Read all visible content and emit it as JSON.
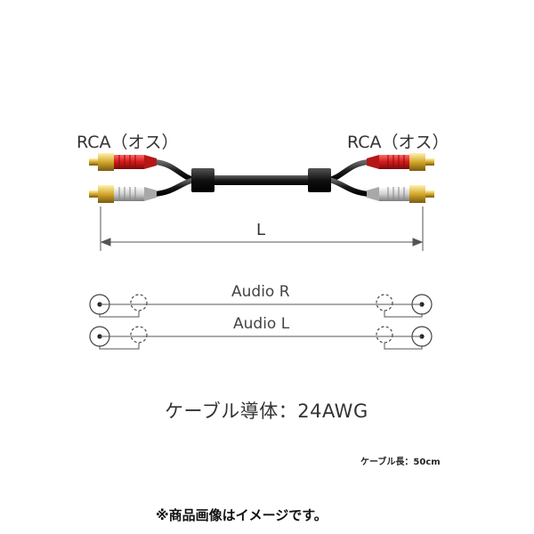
{
  "connector_left_label": "RCA（オス）",
  "connector_right_label": "RCA（オス）",
  "length_label": "L",
  "channels": [
    {
      "label": "Audio R"
    },
    {
      "label": "Audio L"
    }
  ],
  "conductor_spec": "ケーブル導体：24AWG",
  "cable_length": "ケーブル長：50cm",
  "disclaimer": "※商品画像はイメージです。",
  "colors": {
    "red_plug": "#d42020",
    "white_plug": "#d8d8d8",
    "gold_tip": "#c9a227",
    "cable": "#2a2a2a"
  }
}
